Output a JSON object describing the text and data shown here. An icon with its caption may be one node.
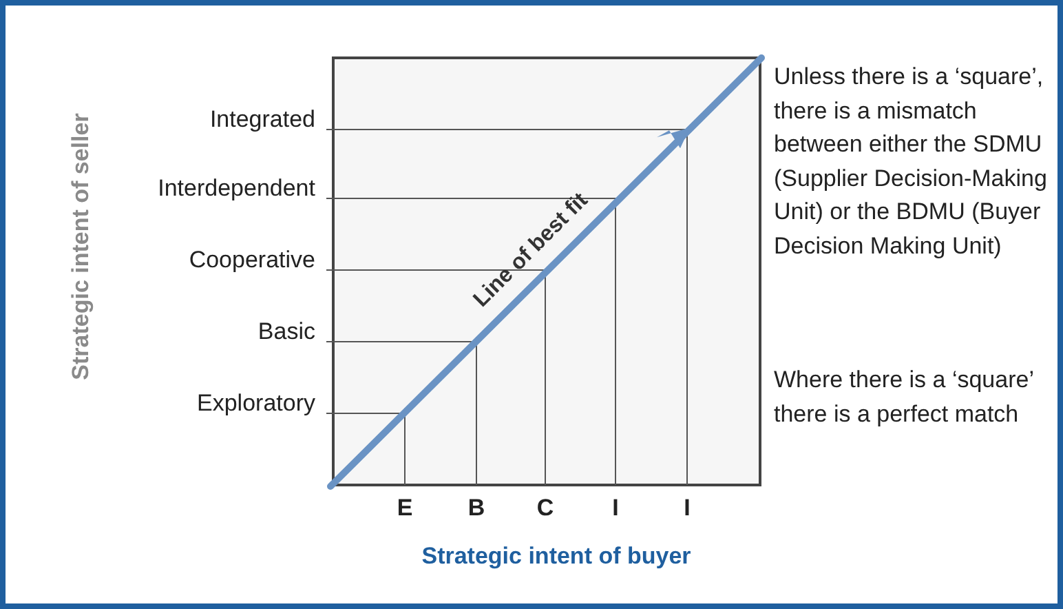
{
  "diagram": {
    "labels": [
      "Strategic intent of seller",
      "Integrated",
      "Interdependent",
      "Cooperative",
      "Basic",
      "Exploratory",
      "Line of best fit",
      "Unless there is a ‘square’, there is a mismatch between either the SDMU (Supplier Decision-Making Unit) or the BDMU (Buyer Decision Making Unit)",
      "Where there is a ‘square’ there is a perfect match",
      "E",
      "B",
      "C",
      "I",
      "I",
      "Strategic intent of buyer"
    ]
  }
}
